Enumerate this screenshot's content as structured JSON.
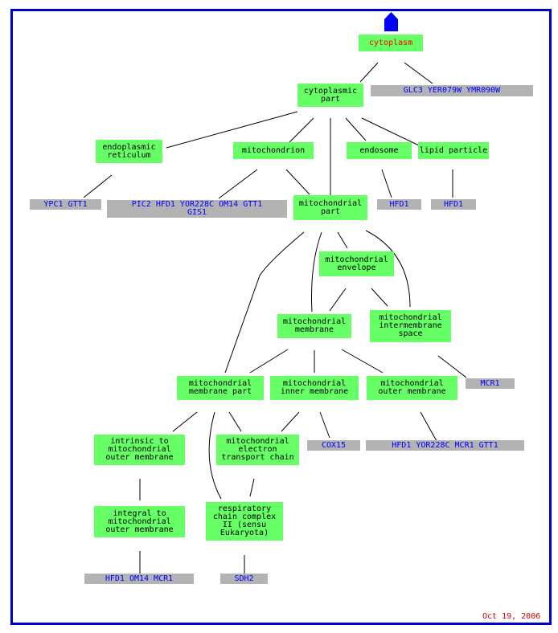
{
  "terms": {
    "cytoplasm": "cytoplasm",
    "cytoplasmic_part": "cytoplasmic\npart",
    "er": "endoplasmic\nreticulum",
    "mitochondrion": "mitochondrion",
    "endosome": "endosome",
    "lipid_particle": "lipid particle",
    "mito_part": "mitochondrial\npart",
    "mito_envelope": "mitochondrial\nenvelope",
    "mito_membrane": "mitochondrial\nmembrane",
    "mito_ims": "mitochondrial\nintermembrane\nspace",
    "mito_membrane_part": "mitochondrial\nmembrane part",
    "mito_inner": "mitochondrial\ninner membrane",
    "mito_outer": "mitochondrial\nouter membrane",
    "intrinsic_outer": "intrinsic to\nmitochondrial\nouter membrane",
    "etc": "mitochondrial\nelectron\ntransport chain",
    "integral_outer": "integral to\nmitochondrial\nouter membrane",
    "resp_complex": "respiratory\nchain complex\nII (sensu\nEukaryota)"
  },
  "genes": {
    "g_cytoplasm": "GLC3 YER079W YMR090W",
    "g_er": "YPC1 GTT1",
    "g_mitochondrion": "PIC2 HFD1 YOR228C OM14 GTT1\nGIS1",
    "g_endosome": "HFD1",
    "g_lipid": "HFD1",
    "g_ims": "MCR1",
    "g_inner": "COX15",
    "g_outer": "HFD1 YOR228C MCR1 GTT1",
    "g_integral": "HFD1 OM14 MCR1",
    "g_resp": "SDH2"
  },
  "footer": {
    "date": "Oct 19, 2006"
  },
  "colors": {
    "term": "#66ff66",
    "genes": "#b3b3b3",
    "gene_text": "#0000ff",
    "frame": "#0000cc",
    "root_label": "#ff0000"
  }
}
